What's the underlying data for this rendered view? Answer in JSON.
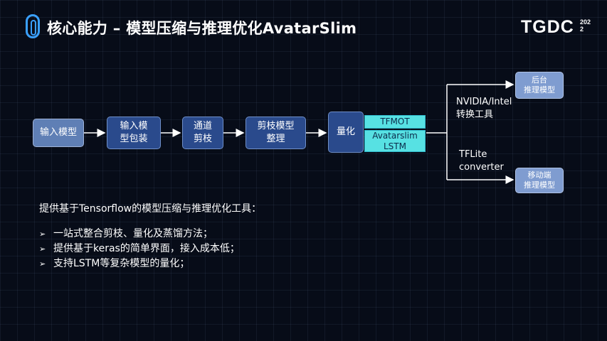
{
  "header": {
    "title": "核心能力 – 模型压缩与推理优化AvatarSlim",
    "brand": "TGDC",
    "brand_year": "2022"
  },
  "flow": {
    "input_model": "输入模型",
    "wrap": "输入模\n型包装",
    "channel_prune": "通道\n剪枝",
    "prune_organize": "剪枝模型\n整理",
    "quantize": "量化",
    "tfmot": "TFMOT",
    "avatarslim_lstm": "Avatarslim\nLSTM",
    "gpu_tool_label": "NVIDIA/Intel\n转换工具",
    "tflite_label": "TFLite\nconverter",
    "server_model": "后台\n推理模型",
    "mobile_model": "移动端\n推理模型"
  },
  "content": {
    "description": "提供基于Tensorflow的模型压缩与推理优化工具：",
    "bullet_marker": "➢",
    "bullets": [
      "一站式整合剪枝、量化及蒸馏方法；",
      "提供基于keras的简单界面，接入成本低；",
      "支持LSTM等复杂模型的量化；"
    ]
  }
}
